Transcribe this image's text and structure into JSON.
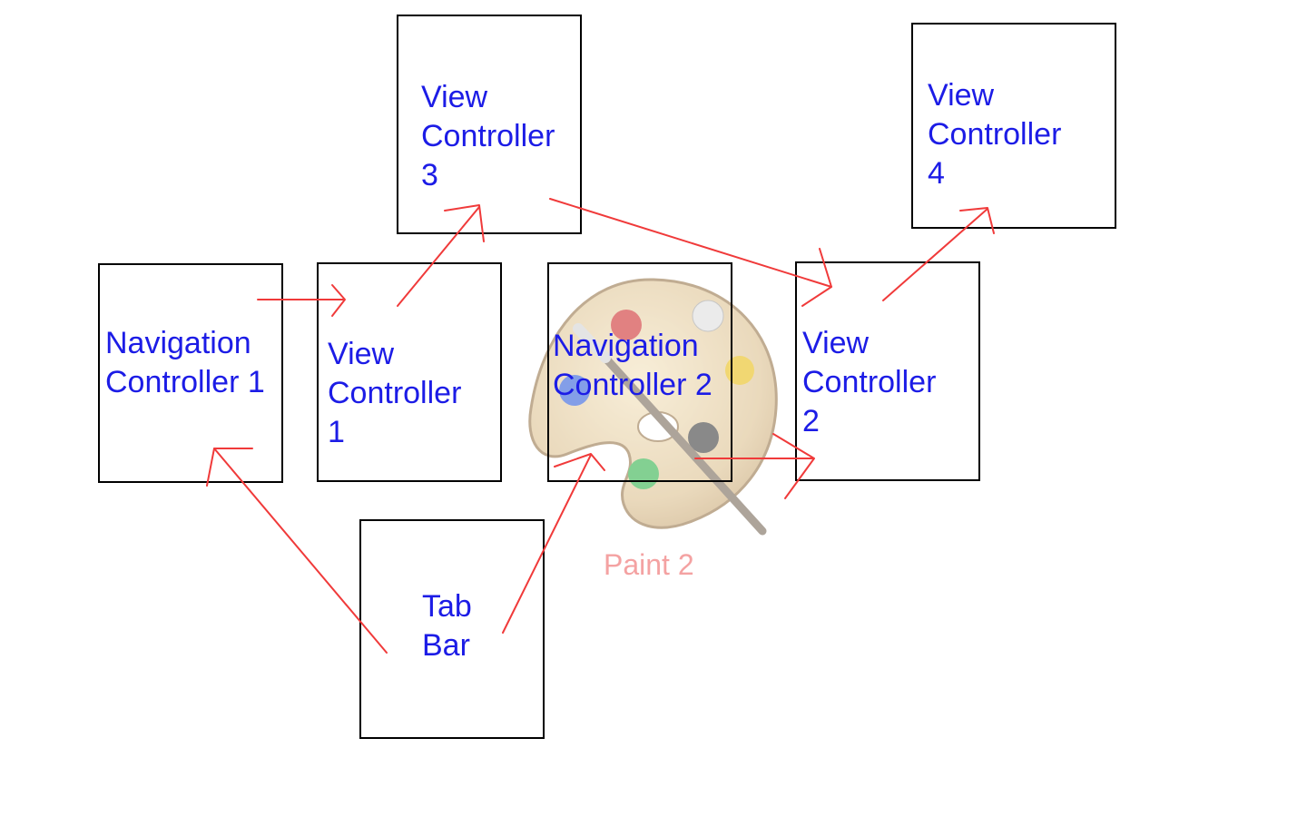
{
  "boxes": {
    "vc3": {
      "label": "View\nController\n3"
    },
    "vc4": {
      "label": "View\nController\n4"
    },
    "nav1": {
      "label": "Navigation\nController 1"
    },
    "vc1": {
      "label": "View\nController\n1"
    },
    "nav2": {
      "label": "Navigation\nController 2"
    },
    "vc2": {
      "label": "View\nController\n2"
    },
    "tabbar": {
      "label": "Tab\nBar"
    }
  },
  "app_icon": {
    "icon": "paint-palette-icon",
    "label": "Paint 2"
  },
  "colors": {
    "arrow": "#f03a3a",
    "label": "#1c1ce6",
    "border": "#000000"
  }
}
